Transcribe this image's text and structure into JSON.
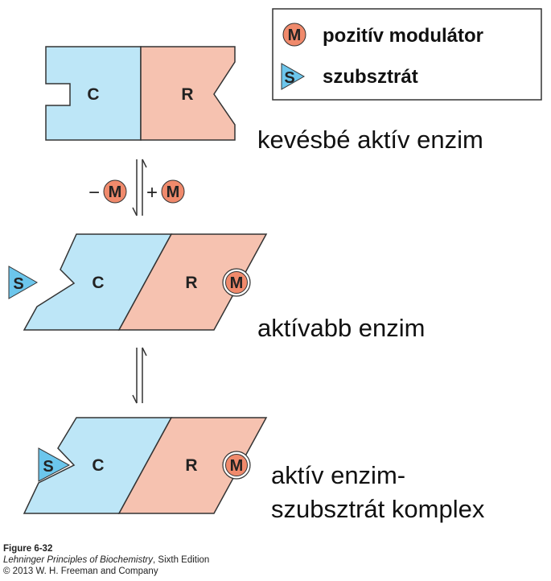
{
  "legend": {
    "modulator_symbol": "M",
    "modulator_label": "pozitív modulátor",
    "substrate_symbol": "S",
    "substrate_label": "szubsztrát"
  },
  "states": [
    {
      "label_lines": [
        "kevésbé aktív enzim"
      ]
    },
    {
      "label_lines": [
        "aktívabb enzim"
      ]
    },
    {
      "label_lines": [
        "aktív enzim-",
        "szubsztrát komplex"
      ]
    }
  ],
  "subunits": {
    "catalytic": "C",
    "regulatory": "R"
  },
  "transition1": {
    "minus_sign": "−",
    "plus_sign": "+",
    "symbol": "M"
  },
  "colors": {
    "catalytic": "#bde6f7",
    "regulatory": "#f6c2b0",
    "substrate": "#6cc6ec",
    "modulator": "#f08a6c",
    "outline": "#333333"
  },
  "caption": {
    "figure": "Figure 6-32",
    "book": "Lehninger Principles of Biochemistry",
    "edition": ", Sixth Edition",
    "copyright": "© 2013 W. H. Freeman and Company"
  }
}
